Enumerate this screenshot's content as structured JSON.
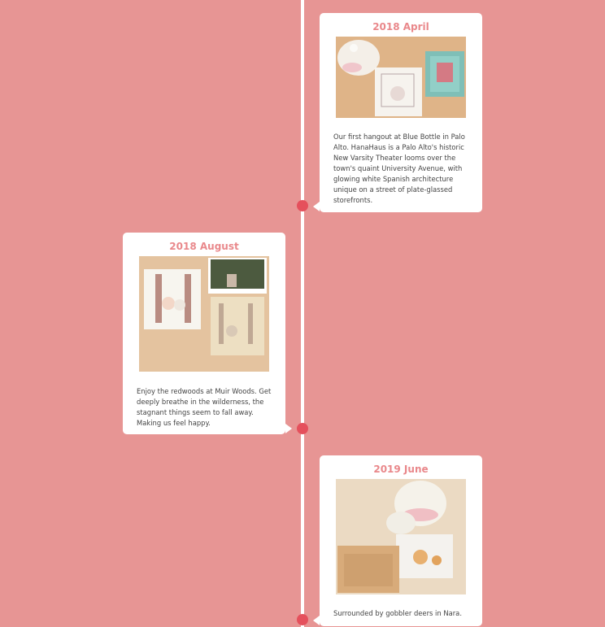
{
  "entries": [
    {
      "date": "2018 April",
      "text": "Our first hangout at Blue Bottle in Palo Alto. HanaHaus is a Palo Alto's historic New Varsity Theater looms over the town's quaint University Avenue, with glowing white Spanish architecture unique on a street of plate-glassed storefronts."
    },
    {
      "date": "2018 August",
      "text": "Enjoy the redwoods at Muir Woods. Get deeply breathe in the wilderness, the stagnant things seem to fall away. Making us feel happy."
    },
    {
      "date": "2019 June",
      "text": "Surrounded by gobbler deers in Nara."
    }
  ],
  "colors": {
    "background": "#e79594",
    "line": "#ffffff",
    "dot": "#e5505c",
    "date": "#e9888b"
  }
}
